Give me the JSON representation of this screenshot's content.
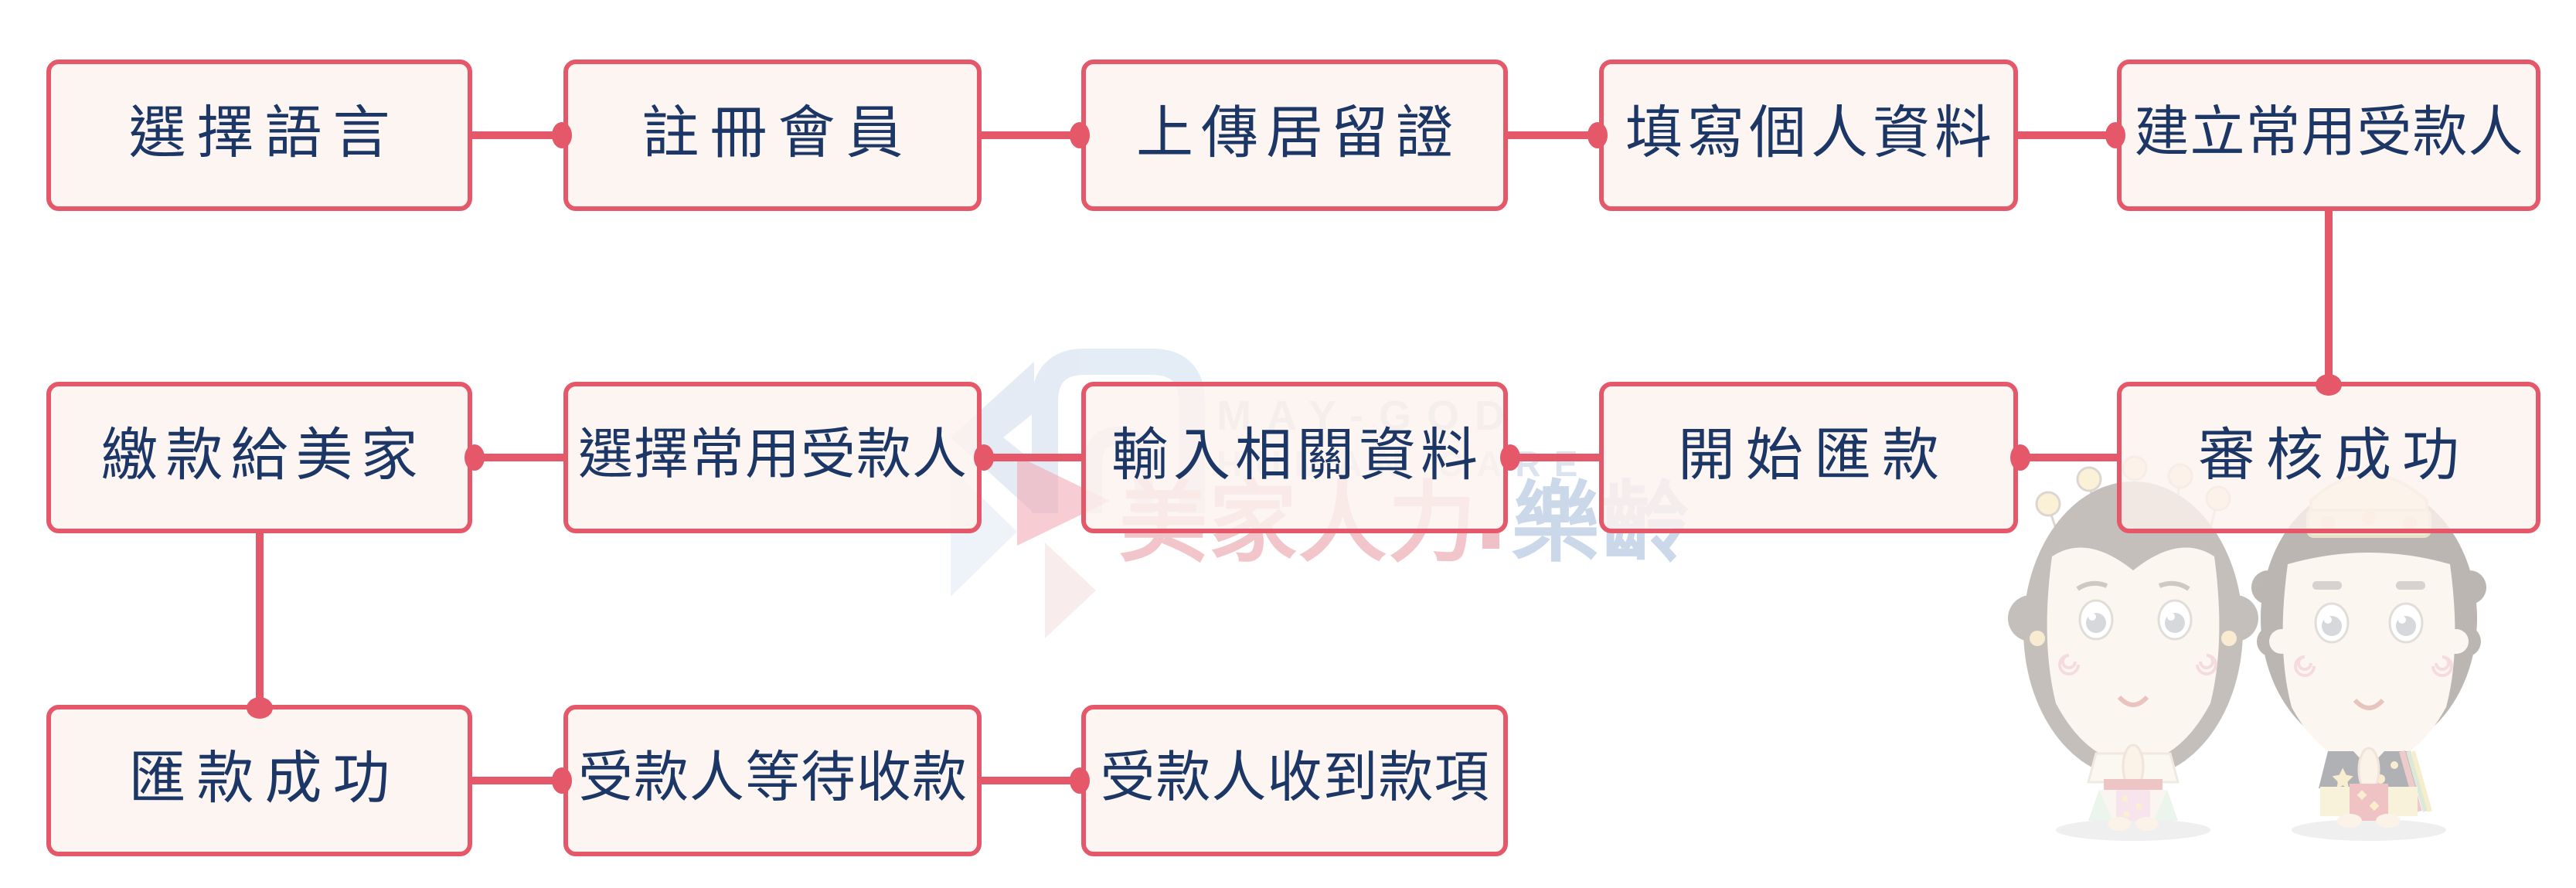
{
  "flow": {
    "steps": {
      "s1": "選擇語言",
      "s2": "註冊會員",
      "s3": "上傳居留證",
      "s4": "填寫個人資料",
      "s5": "建立常用受款人",
      "s6": "審核成功",
      "s7": "開始匯款",
      "s8": "輸入相關資料",
      "s9": "選擇常用受款人",
      "s10": "繳款給美家",
      "s11": "匯款成功",
      "s12": "受款人等待收款",
      "s13": "受款人收到款項"
    }
  },
  "watermark": {
    "brand_en_line1": "MAY-GOD",
    "brand_en_line2": "HUMAN CARE",
    "brand_zh_left": "美家人力",
    "brand_zh_right": "樂齡"
  },
  "colors": {
    "box_border": "#e4586a",
    "box_fill": "#fcf2ed",
    "box_text": "#1c3765",
    "connector": "#e4586a",
    "watermark_blue": "#cfdbea",
    "watermark_pink": "#f1c5ca"
  }
}
